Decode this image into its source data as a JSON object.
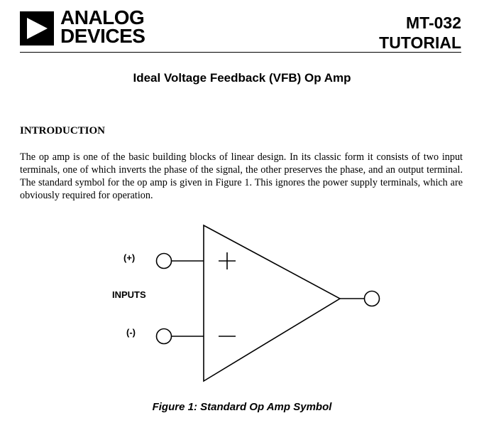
{
  "header": {
    "logo_line1": "ANALOG",
    "logo_line2": "DEVICES",
    "doc_number": "MT-032",
    "doc_type": "TUTORIAL"
  },
  "title": "Ideal Voltage Feedback (VFB) Op Amp",
  "section": {
    "heading": "INTRODUCTION",
    "paragraph": "The op amp is one of the basic building blocks of linear design. In its classic form it consists of two input terminals, one of which inverts the phase of the signal, the other preserves the phase, and an output terminal. The standard symbol for the op amp is given in Figure 1. This ignores the power supply terminals, which are obviously required for operation."
  },
  "figure": {
    "label_plus": "(+)",
    "label_inputs": "INPUTS",
    "label_minus": "(-)",
    "caption": "Figure 1:  Standard Op Amp Symbol"
  }
}
